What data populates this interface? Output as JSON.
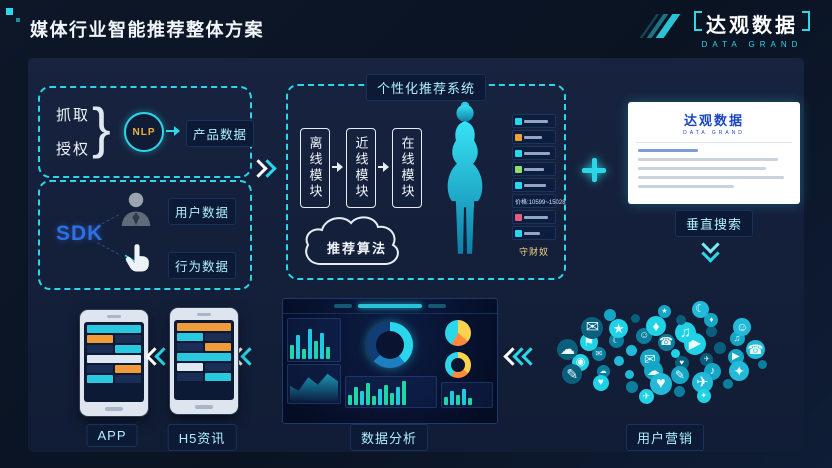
{
  "header": {
    "title": "媒体行业智能推荐整体方案",
    "logo": {
      "name": "达观数据",
      "sub": "DATA GRAND"
    }
  },
  "capture_box": {
    "line1": "抓取",
    "line2": "授权",
    "brace_glyph": "}",
    "nlp_label": "NLP",
    "output_label": "产品数据"
  },
  "sdk_box": {
    "sdk_label": "SDK",
    "user_data_label": "用户数据",
    "behavior_data_label": "行为数据"
  },
  "recommend_box": {
    "title": "个性化推荐系统",
    "modules": [
      "离线模块",
      "近线模块",
      "在线模块"
    ],
    "algorithm_label": "推荐算法",
    "detail_price": "价格:10599~15028",
    "detail_caption": "守财奴"
  },
  "search_box": {
    "site_name": "达观数据",
    "site_sub": "DATA GRAND",
    "label": "垂直搜索"
  },
  "marketing_cloud": {
    "label": "用户营销",
    "icons": [
      "♪",
      "✉",
      "☎",
      "♥",
      "★",
      "▶",
      "☁",
      "☺",
      "✈",
      "⚑",
      "♫",
      "✎",
      "☾",
      "✦",
      "◉",
      "♦"
    ]
  },
  "analysis": {
    "label": "数据分析"
  },
  "devices": {
    "app_label": "APP",
    "h5_label": "H5资讯"
  },
  "colors": {
    "accent": "#2bd7e8",
    "sdk_blue": "#2f6fe4",
    "nlp_gold": "#e8b33a",
    "site_blue": "#1b46c2",
    "slide_bg": "#0b1424",
    "panel_bg": "#141f3a",
    "label_text": "#aef0fb"
  }
}
